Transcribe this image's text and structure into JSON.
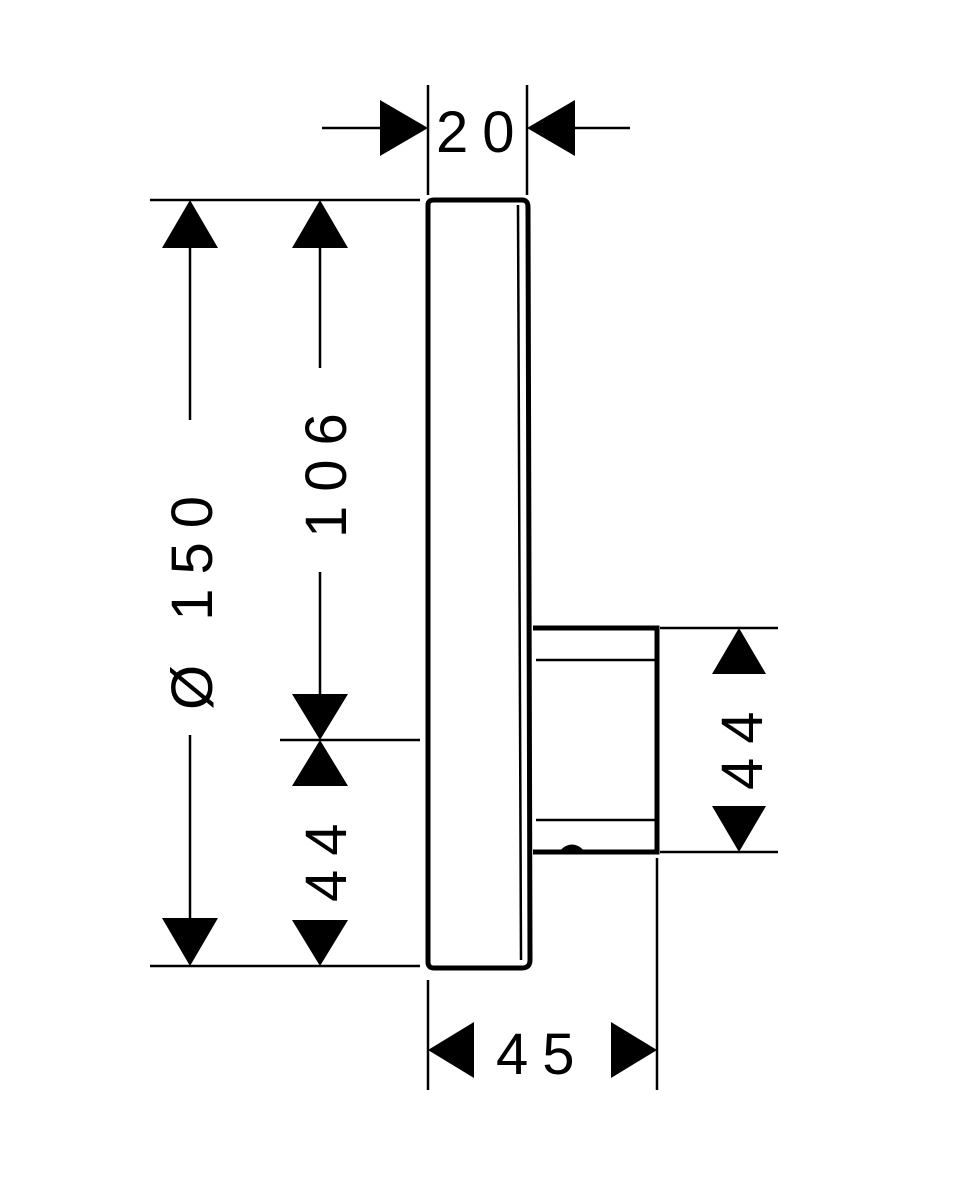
{
  "diagram": {
    "colors": {
      "stroke": "#000000",
      "background": "#ffffff"
    },
    "dimensions": {
      "top_width": "20",
      "outer_diameter": "Ø 150",
      "inner_height": "106",
      "lower_left_height": "44",
      "right_height": "44",
      "bottom_depth": "45"
    }
  }
}
